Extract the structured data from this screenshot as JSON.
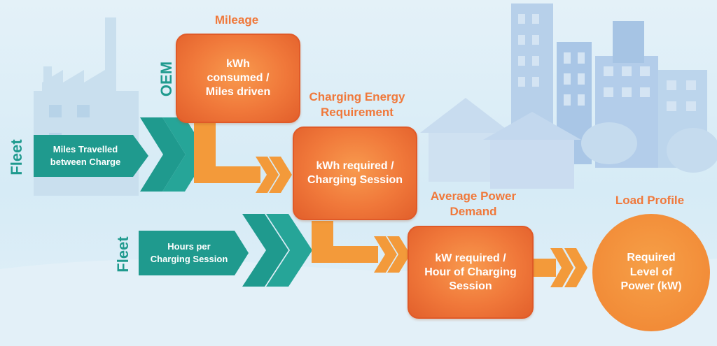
{
  "colors": {
    "teal": "#1f9a8e",
    "orange_box": "#f0783a",
    "orange_arrow": "#f39a3a",
    "heading_orange": "#f0783a",
    "background": "#dcedf7"
  },
  "inputs": {
    "oem_label": "OEM",
    "fleet_top_label": "Fleet",
    "fleet_bottom_label": "Fleet",
    "miles_text": "Miles Travelled\nbetween Charge",
    "hours_text": "Hours per\nCharging Session"
  },
  "steps": {
    "mileage": {
      "heading": "Mileage",
      "text": "kWh\nconsumed /\nMiles driven"
    },
    "energy": {
      "heading": "Charging Energy\nRequirement",
      "text": "kWh required /\nCharging Session"
    },
    "power": {
      "heading": "Average Power\nDemand",
      "text": "kW required /\nHour of Charging\nSession"
    },
    "load": {
      "heading": "Load Profile",
      "text": "Required\nLevel of\nPower (kW)"
    }
  }
}
